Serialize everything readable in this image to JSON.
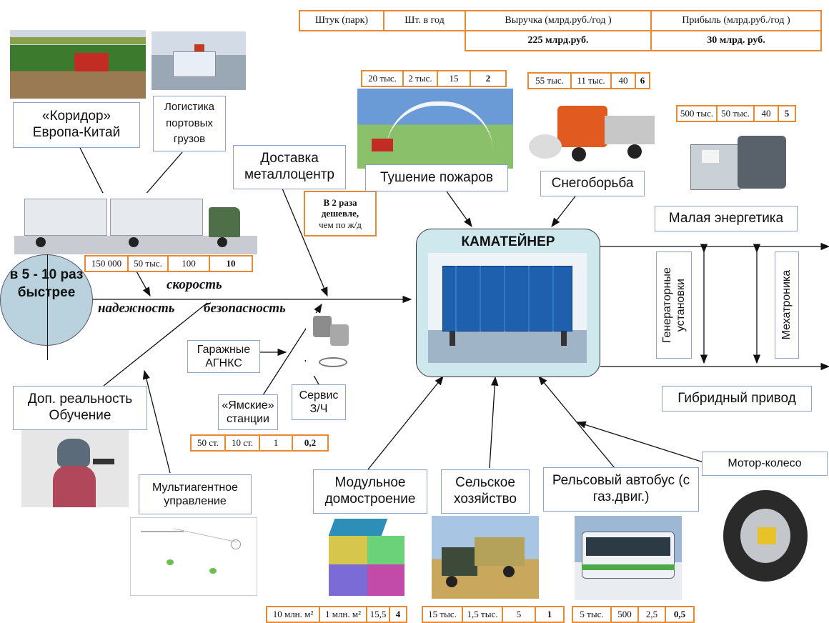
{
  "header": {
    "col1": "Штук (парк)",
    "col2": "Шт. в год",
    "col3": "Выручка (млрд.руб./год )",
    "col4": "Прибыль (млрд.руб./год )",
    "revenue_value": "225 млрд.руб.",
    "profit_value": "30 млрд. руб."
  },
  "center": {
    "title": "КАМАТЕЙНЕР"
  },
  "circle": {
    "text": "в 5 - 10 раз быстрее"
  },
  "spine": {
    "speed": "скорость",
    "reliability": "надежность",
    "safety": "безопасность"
  },
  "labels": {
    "corridor": "«Коридор» Европа-Китай",
    "logistics": "Логистика портовых грузов",
    "metal_delivery": "Доставка металлоцентр",
    "cheaper": "В 2 раза дешевле,",
    "cheaper_sub": "чем по ж/д",
    "firefighting": "Тушение пожаров",
    "snow": "Снегоборьба",
    "small_energy": "Малая энергетика",
    "gen_units": "Генераторные установки",
    "mechatronics": "Мехатроника",
    "hybrid": "Гибридный привод",
    "motor_wheel": "Мотор-колесо",
    "garage": "Гаражные АГНКС",
    "service": "Сервис З/Ч",
    "yamskie": "«Ямские» станции",
    "vr": "Доп. реальность Обучение",
    "multiagent": "Мультиагентное управление",
    "modular": "Модульное домостроение",
    "agriculture": "Сельское хозяйство",
    "railbus": "Рельсовый автобус (с газ.двиг.)"
  },
  "tables": {
    "fire": [
      "20 тыс.",
      "2 тыс.",
      "15",
      "2"
    ],
    "snow": [
      "55 тыс.",
      "11 тыс.",
      "40",
      "6"
    ],
    "energy": [
      "500 тыс.",
      "50 тыс.",
      "40",
      "5"
    ],
    "truck": [
      "150 000",
      "50 тыс.",
      "100",
      "10"
    ],
    "yamskie": [
      "50 ст.",
      "10 ст.",
      "1",
      "0,2"
    ],
    "modular": [
      "10 млн. м²",
      "1 млн. м²",
      "15,5",
      "4"
    ],
    "agri": [
      "15 тыс.",
      "1,5 тыс.",
      "5",
      "1"
    ],
    "railbus": [
      "5 тыс.",
      "500",
      "2,5",
      "0,5"
    ]
  },
  "colors": {
    "accent_border": "#e8892f",
    "label_border": "#8fa3c9",
    "container_blue": "#1e5fae",
    "center_bg": "#cfe8ee",
    "circle_bg": "#b9d2de"
  }
}
